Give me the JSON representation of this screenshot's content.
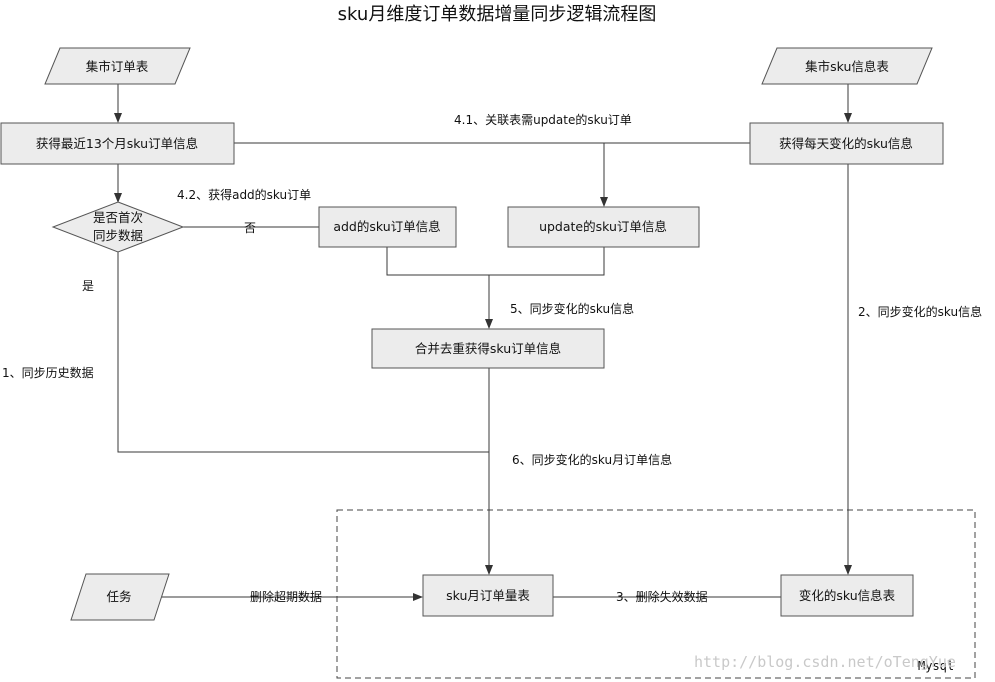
{
  "title": "sku月维度订单数据增量同步逻辑流程图",
  "nodes": {
    "order_table": "集市订单表",
    "sku_info_table": "集市sku信息表",
    "recent_orders": "获得最近13个月sku订单信息",
    "daily_changes": "获得每天变化的sku信息",
    "first_sync_line1": "是否首次",
    "first_sync_line2": "同步数据",
    "add_orders": "add的sku订单信息",
    "update_orders": "update的sku订单信息",
    "merge": "合并去重获得sku订单信息",
    "task": "任务",
    "monthly_table": "sku月订单量表",
    "changed_sku_table": "变化的sku信息表"
  },
  "edges": {
    "e41": "4.1、关联表需update的sku订单",
    "e42": "4.2、获得add的sku订单",
    "no": "否",
    "yes": "是",
    "e1": "1、同步历史数据",
    "e2": "2、同步变化的sku信息",
    "e5": "5、同步变化的sku信息",
    "e6": "6、同步变化的sku月订单信息",
    "delete_expired": "删除超期数据",
    "e3": "3、删除失效数据"
  },
  "group": {
    "label": "Mysql"
  },
  "watermark": "http://blog.csdn.net/oTengYue"
}
